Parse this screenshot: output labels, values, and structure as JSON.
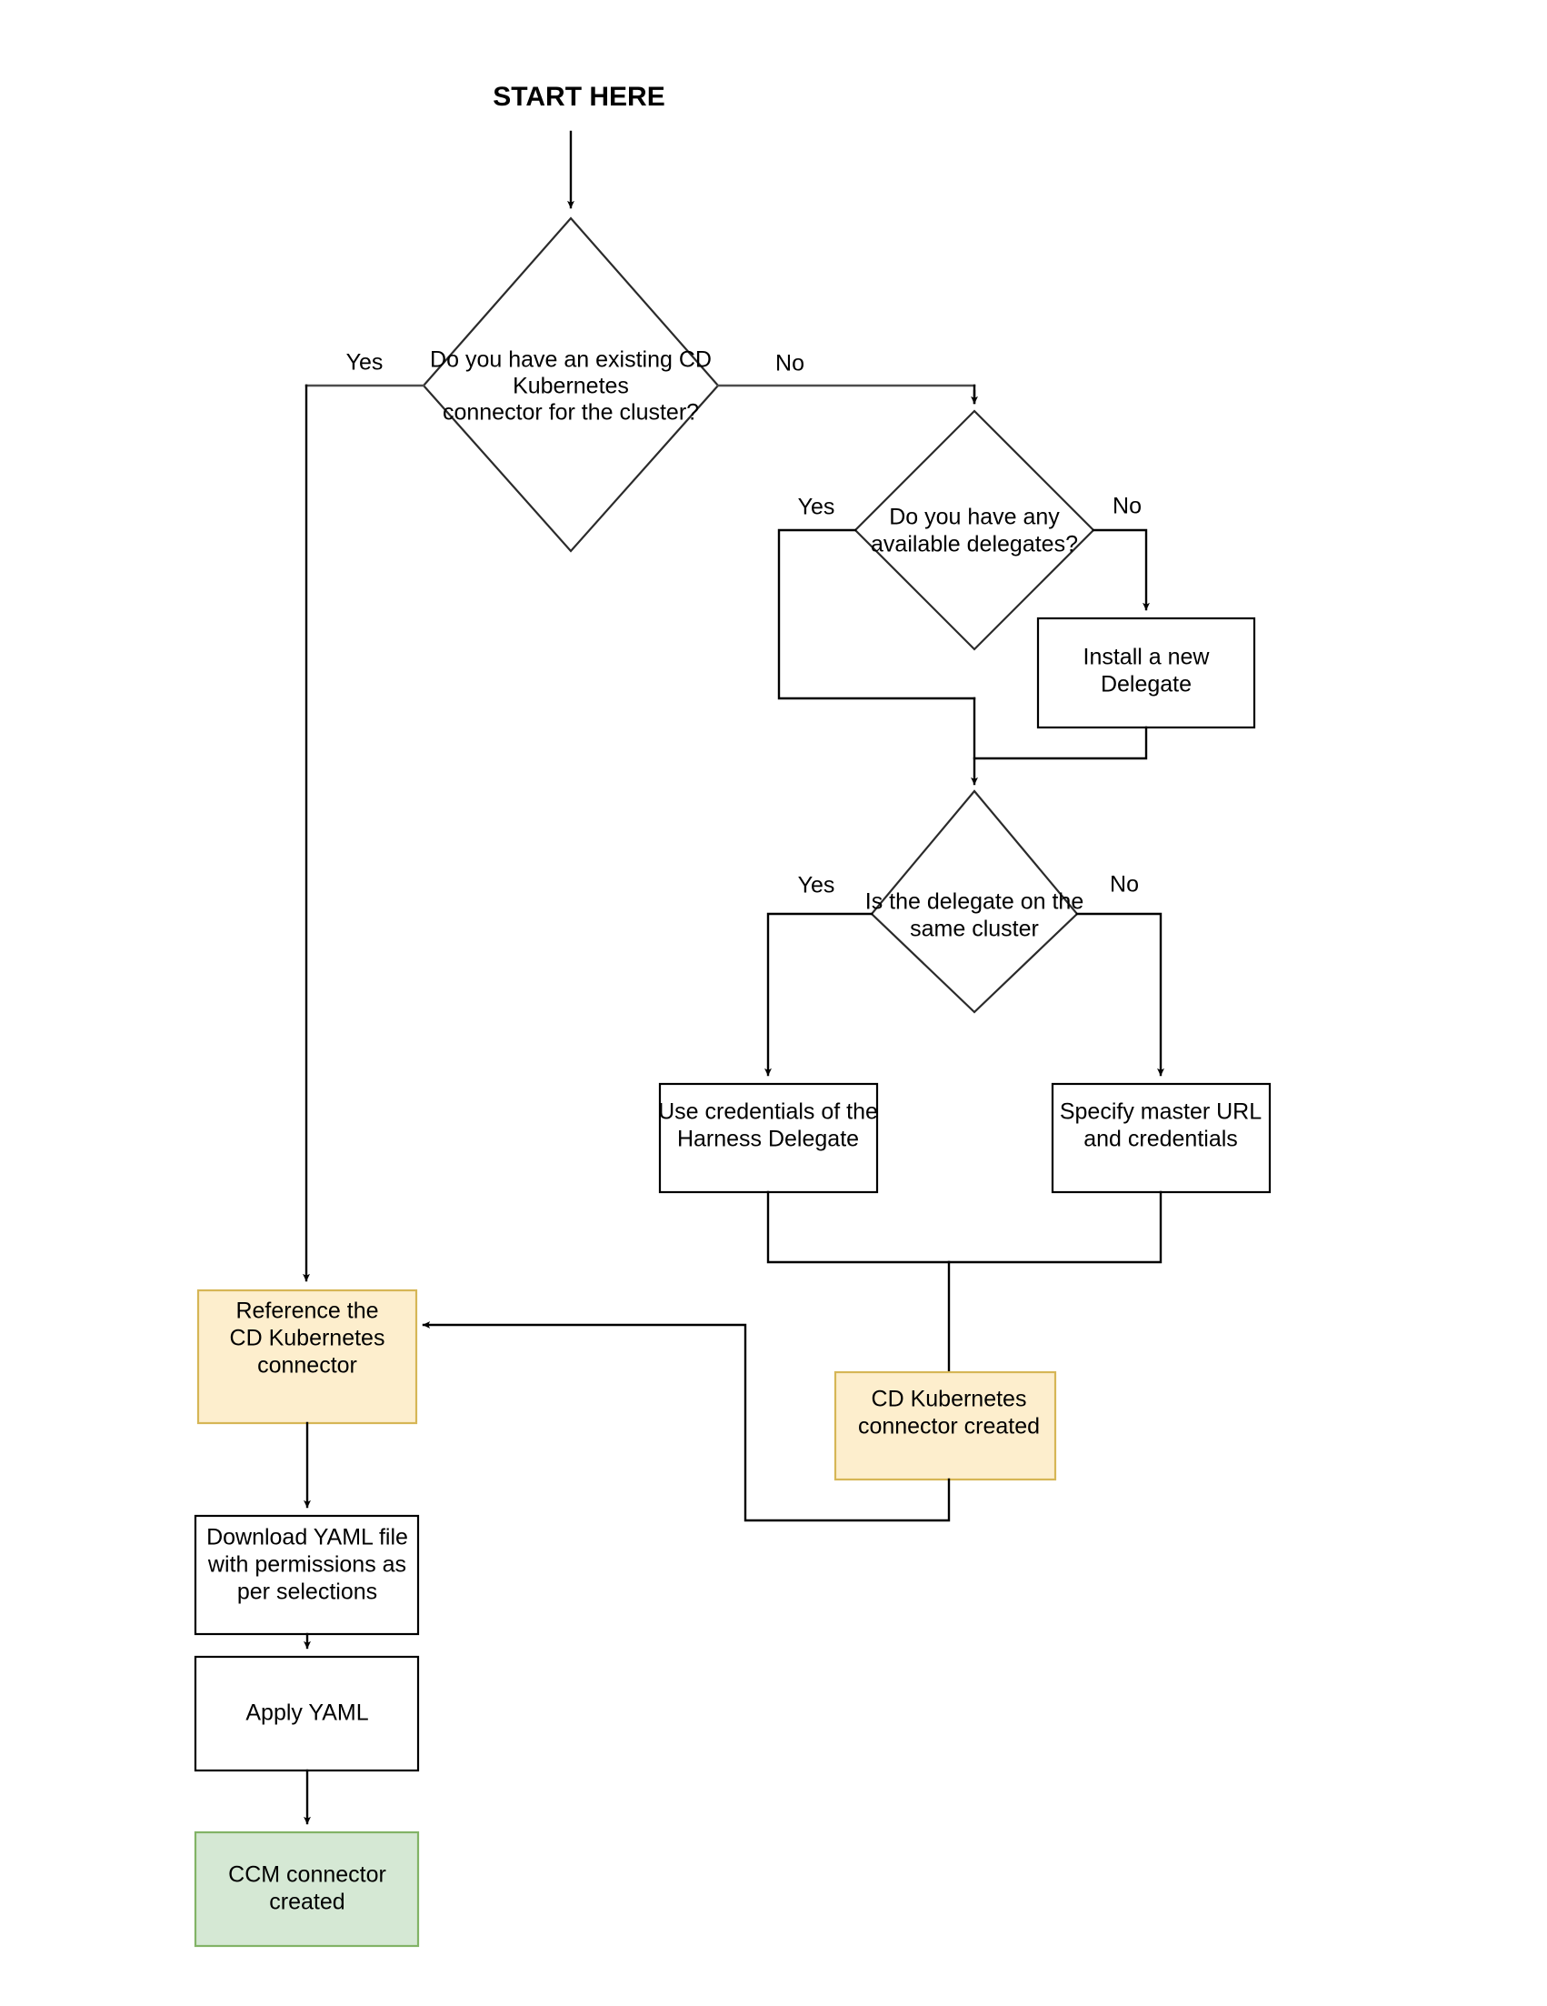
{
  "diagram": {
    "title_label": "START HERE",
    "colors": {
      "orange_fill": "#fdeecd",
      "orange_stroke": "#d6b656",
      "green_fill": "#d5e8d4",
      "green_stroke": "#82b366",
      "default_fill": "#ffffff",
      "default_stroke": "#000000",
      "diamond_stroke": "#2b2b2b",
      "edge_stroke": "#000000",
      "text": "#000000"
    },
    "decisions": [
      {
        "id": "existing-cd-connector",
        "lines": [
          "Do you have an existing CD",
          "Kubernetes",
          "connector for the cluster?"
        ],
        "yes_label": "Yes",
        "no_label": "No"
      },
      {
        "id": "available-delegates",
        "lines": [
          "Do you have any",
          "available delegates?"
        ],
        "yes_label": "Yes",
        "no_label": "No"
      },
      {
        "id": "delegate-same-cluster",
        "lines": [
          "Is the delegate on the",
          "same cluster"
        ],
        "yes_label": "Yes",
        "no_label": "No"
      }
    ],
    "processes": [
      {
        "id": "install-new-delegate",
        "lines": [
          "Install a new",
          "Delegate"
        ],
        "style": "default"
      },
      {
        "id": "use-harness-delegate-credentials",
        "lines": [
          "Use credentials of the",
          "Harness Delegate"
        ],
        "style": "default"
      },
      {
        "id": "specify-master-url",
        "lines": [
          "Specify master URL",
          "and credentials"
        ],
        "style": "default"
      },
      {
        "id": "reference-cd-connector",
        "lines": [
          "Reference the",
          "CD Kubernetes",
          "connector"
        ],
        "style": "orange"
      },
      {
        "id": "cd-connector-created",
        "lines": [
          "CD Kubernetes",
          "connector created"
        ],
        "style": "orange"
      },
      {
        "id": "download-yaml",
        "lines": [
          "Download YAML file",
          "with permissions as",
          "per selections"
        ],
        "style": "default"
      },
      {
        "id": "apply-yaml",
        "lines": [
          "Apply YAML"
        ],
        "style": "default"
      },
      {
        "id": "ccm-connector-created",
        "lines": [
          "CCM connector",
          "created"
        ],
        "style": "green"
      }
    ]
  }
}
